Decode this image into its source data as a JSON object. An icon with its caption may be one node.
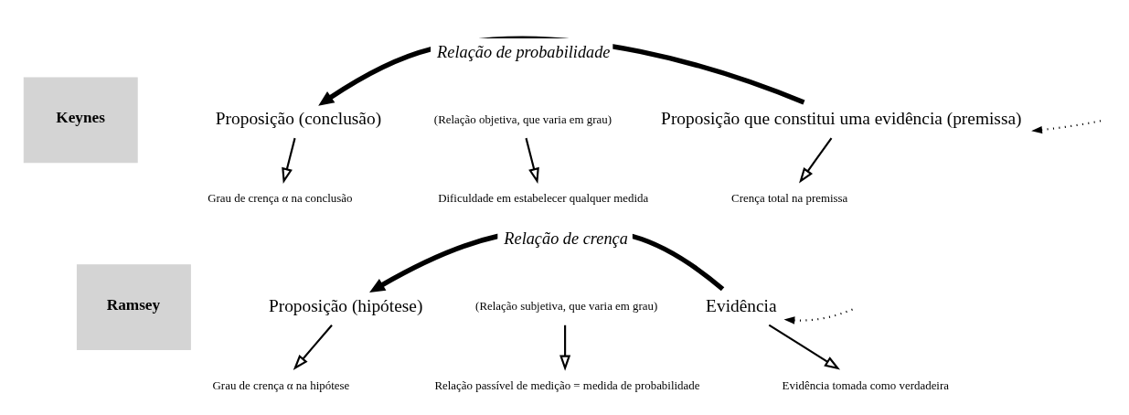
{
  "diagram": {
    "nodes": [
      {
        "text": [
          "Keynes"
        ]
      },
      {
        "text": [
          "Proposição (conclusão)"
        ]
      },
      {
        "text": [
          "(Relação objetiva, que varia em grau)"
        ]
      },
      {
        "text": [
          "Proposição que constitui uma evidência (premissa)"
        ]
      },
      {
        "text": [
          "Grau de crença α na conclusão"
        ]
      },
      {
        "text": [
          "Dificuldade em estabelecer qualquer medida"
        ]
      },
      {
        "text": [
          "Crença total na premissa"
        ]
      },
      {
        "text": [
          "Ramsey"
        ]
      },
      {
        "text": [
          "Proposição (hipótese)"
        ]
      },
      {
        "text": [
          "(Relação subjetiva, que varia em grau)"
        ]
      },
      {
        "text": [
          "Evidência"
        ]
      },
      {
        "text": [
          "Grau de crença α na hipótese"
        ]
      },
      {
        "text": [
          "Relação passível de medição = medida de probabilidade"
        ]
      },
      {
        "text": [
          "Evidência tomada como verdadeira"
        ]
      }
    ],
    "edges": [
      {
        "from": 3,
        "to": 1,
        "arrow": "to",
        "label": "Relação de probabilidade",
        "style": "thick"
      },
      {
        "from": null,
        "to": 3,
        "arrow": "to",
        "style": "dashed"
      },
      {
        "from": 1,
        "to": 4,
        "arrow": "to"
      },
      {
        "from": 2,
        "to": 5,
        "arrow": "to"
      },
      {
        "from": 3,
        "to": 6,
        "arrow": "to"
      },
      {
        "from": 10,
        "to": 8,
        "arrow": "to",
        "label": "Relação de crença",
        "style": "thick"
      },
      {
        "from": null,
        "to": 10,
        "arrow": "to",
        "style": "dashed"
      },
      {
        "from": 8,
        "to": 11,
        "arrow": "to"
      },
      {
        "from": 9,
        "to": 12,
        "arrow": "to"
      },
      {
        "from": 10,
        "to": 13,
        "arrow": "to"
      }
    ]
  }
}
